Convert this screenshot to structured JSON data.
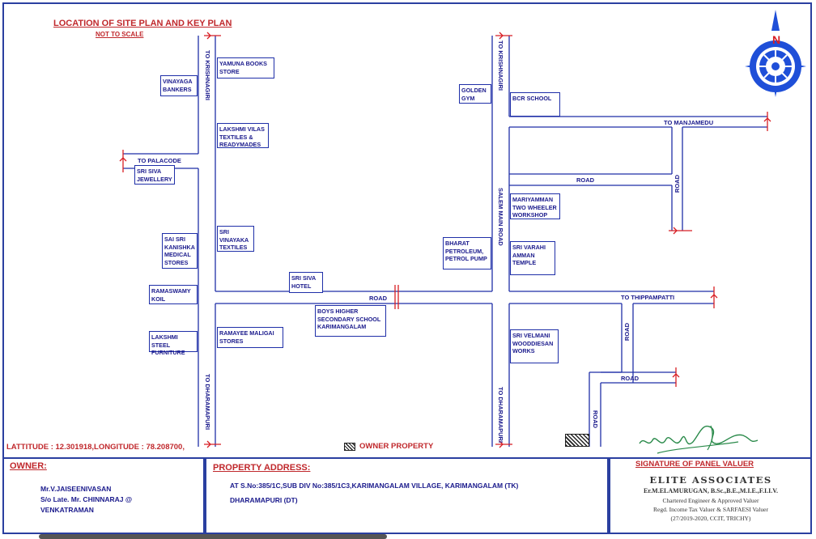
{
  "title": "LOCATION OF SITE PLAN AND KEY PLAN",
  "subtitle": "NOT TO SCALE",
  "coordinates": "LATTITUDE :  12.301918,LONGITUDE : 78.208700,",
  "legend": {
    "label": "OWNER PROPERTY"
  },
  "compass": {
    "north": "N"
  },
  "roads": {
    "to_krishnagiri_left": "TO KRISHNAGIRI",
    "to_dharamapuri_left": "TO DHARAMAPURI",
    "to_palacode": "TO PALACODE",
    "road_middle": "ROAD",
    "to_krishnagiri_right": "TO KRISHNAGIRI",
    "salem_main_road": "SALEM MAIN ROAD",
    "to_dharamapuri_right": "TO DHARAMAPURI",
    "to_manjamedu": "TO MANJAMEDU",
    "road_upper": "ROAD",
    "road_upper_vertical": "ROAD",
    "to_thippampatti": "TO THIPPAMPATTI",
    "road_lower_vertical": "ROAD",
    "road_lower": "ROAD",
    "road_owner": "ROAD"
  },
  "landmarks": {
    "yamuna_books": "YAMUNA BOOKS\nSTORE",
    "vinayaga_bankers": "VINAYAGA\nBANKERS",
    "lakshmi_vilas": "LAKSHMI VILAS\nTEXTILES &\nREADYMADES",
    "sri_siva_jewellery": "SRI SIVA\nJEWELLERY",
    "sri_vinayaka_textiles": "SRI\nVINAYAKA\nTEXTILES",
    "sai_sri_kanishka": "SAI SRI\nKANISHKA\nMEDICAL\nSTORES",
    "sri_siva_hotel": "SRI SIVA\nHOTEL",
    "ramaswamy_koil": "RAMASWAMY\nKOIL",
    "boys_school": "BOYS HIGHER\nSECONDARY SCHOOL\nKARIMANGALAM",
    "lakshmi_steel": "LAKSHMI STEEL\nFURNITURE",
    "ramayee_maligai": "RAMAYEE MALIGAI\nSTORES",
    "golden_gym": "GOLDEN\nGYM",
    "bcr_school": "BCR SCHOOL",
    "mariyamman": "MARIYAMMAN\nTWO WHEELER\nWORKSHOP",
    "bharat_petroleum": "BHARAT\nPETROLEUM,\nPETROL PUMP",
    "sri_varahi": "SRI VARAHI\nAMMAN\nTEMPLE",
    "sri_velmani": "SRI VELMANI\nWOODDIESAN\nWORKS"
  },
  "owner": {
    "heading": "OWNER:",
    "text": "Mr.V.JAISEENIVASAN\nS/o Late. Mr. CHINNARAJ @\nVENKATRAMAN"
  },
  "address": {
    "heading": "PROPERTY ADDRESS:",
    "line1": "AT S.No:385/1C,SUB DIV No:385/1C3,KARIMANGALAM VILLAGE, KARIMANGALAM (TK)",
    "line2": "DHARAMAPURI (DT)"
  },
  "valuer": {
    "heading": "SIGNATURE OF PANEL VALUER",
    "firm": "ELITE ASSOCIATES",
    "name": "Er.M.ELAMURUGAN, B.Sc.,B.E.,M.I.E.,F.I.I.V.",
    "line1": "Chartered Engineer & Approved Valuer",
    "line2": "Regd. Income Tax Valuer & SARFAESI Valuer",
    "line3": "(27/2019-2020, CCIT, TRICHY)"
  },
  "colors": {
    "road": "#1f2fa8",
    "marker": "#d81e24",
    "heading": "#c0282c"
  }
}
